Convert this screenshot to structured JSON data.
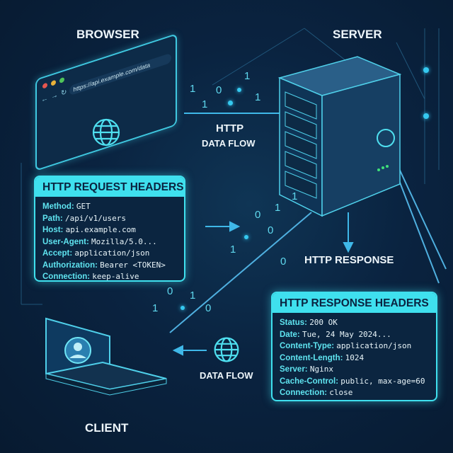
{
  "labels": {
    "browser": "BROWSER",
    "server": "SERVER",
    "client": "CLIENT",
    "http": "HTTP",
    "data_flow_top": "DATA FLOW",
    "http_response": "HTTP RESPONSE",
    "data_flow_bottom": "DATA FLOW"
  },
  "browser": {
    "url": "https://api.example.com/data"
  },
  "request": {
    "title": "HTTP REQUEST HEADERS",
    "rows": [
      {
        "k": "Method:",
        "v": "GET"
      },
      {
        "k": "Path:",
        "v": "/api/v1/users"
      },
      {
        "k": "Host:",
        "v": "api.example.com"
      },
      {
        "k": "User-Agent:",
        "v": "Mozilla/5.0..."
      },
      {
        "k": "Accept:",
        "v": "application/json"
      },
      {
        "k": "Authorization:",
        "v": "Bearer <TOKEN>"
      },
      {
        "k": "Connection:",
        "v": "keep-alive"
      }
    ]
  },
  "response": {
    "title": "HTTP RESPONSE HEADERS",
    "rows": [
      {
        "k": "Status:",
        "v": "200 OK"
      },
      {
        "k": "Date:",
        "v": "Tue, 24 May 2024..."
      },
      {
        "k": "Content-Type:",
        "v": "application/json"
      },
      {
        "k": "Content-Length:",
        "v": "1024"
      },
      {
        "k": "Server:",
        "v": "Nginx"
      },
      {
        "k": "Cache-Control:",
        "v": "public, max-age=60"
      },
      {
        "k": "Connection:",
        "v": "close"
      }
    ]
  },
  "bits": [
    "1",
    "0",
    "1",
    "1",
    "1",
    "0",
    "1",
    "0",
    "1",
    "1",
    "0",
    "0",
    "1",
    "0",
    "1"
  ]
}
